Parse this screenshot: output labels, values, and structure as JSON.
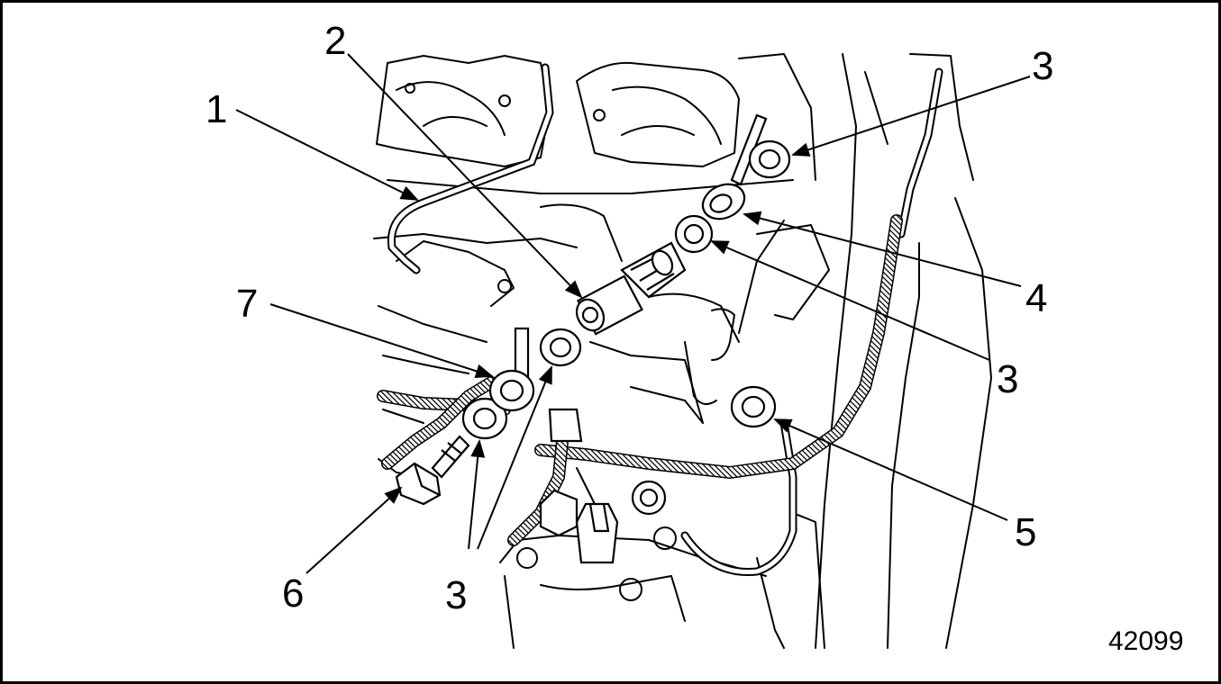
{
  "figure": {
    "figure_id": "42099",
    "callouts": {
      "c1": "1",
      "c2": "2",
      "c3_top": "3",
      "c4": "4",
      "c3_right": "3",
      "c5": "5",
      "c6": "6",
      "c3_bottom": "3",
      "c7": "7"
    }
  },
  "colors": {
    "line": "#000000",
    "background": "#ffffff"
  }
}
